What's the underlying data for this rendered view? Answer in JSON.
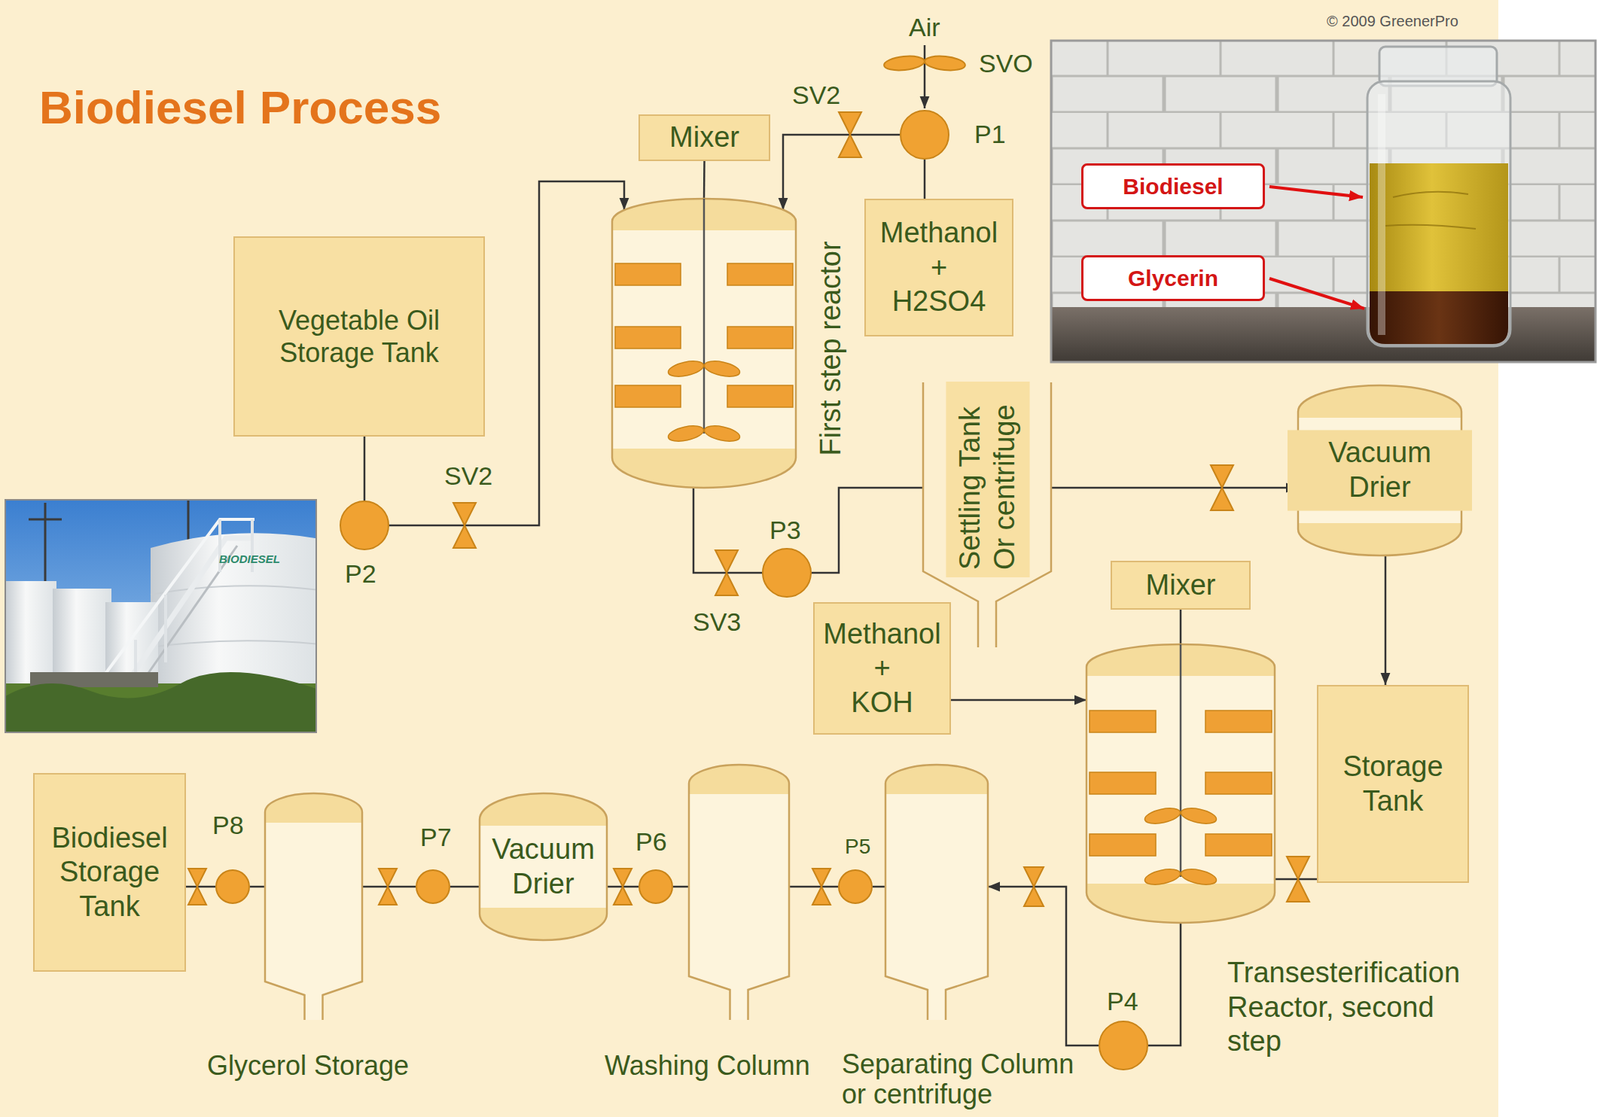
{
  "diagram": {
    "title": "Biodiesel Process",
    "nodes": [
      {
        "text": [
          "Mixer"
        ]
      },
      {
        "text": [
          "P1"
        ]
      },
      {
        "text": [
          "Methanol + H2SO4"
        ]
      },
      {
        "text": [
          "Vegetable Oil Storage Tank"
        ]
      },
      {
        "text": [
          "First step reactor"
        ]
      },
      {
        "text": [
          "P2"
        ]
      },
      {
        "text": [
          "Biodiesel"
        ]
      },
      {
        "text": [
          "Glycerin"
        ]
      },
      {
        "text": [
          "P3"
        ]
      },
      {
        "text": [
          "Settling Tank Or centrifuge"
        ]
      },
      {
        "text": [
          "Vacuum Drier"
        ]
      },
      {
        "text": [
          "Mixer"
        ]
      },
      {
        "text": [
          "Methanol + KOH"
        ]
      },
      {
        "text": [
          "Transesterification Reactor, second step"
        ]
      },
      {
        "text": [
          "Storage Tank"
        ]
      },
      {
        "text": [
          "Biodiesel Storage Tank"
        ]
      },
      {
        "text": [
          "P8"
        ]
      },
      {
        "text": [
          "Glycerol Storage"
        ]
      },
      {
        "text": [
          "P7"
        ]
      },
      {
        "text": [
          "Vacuum Drier"
        ]
      },
      {
        "text": [
          "P6"
        ]
      },
      {
        "text": [
          "Washing Column"
        ]
      },
      {
        "text": [
          "P5"
        ]
      },
      {
        "text": [
          "Separating Column or centrifuge"
        ]
      },
      {
        "text": [
          "P4"
        ]
      }
    ],
    "edges": [
      {
        "from": 2,
        "to": 1,
        "arrow": "none"
      },
      {
        "from": 1,
        "to": 4,
        "arrow": "to"
      },
      {
        "from": 0,
        "to": 4,
        "arrow": "none"
      },
      {
        "from": 3,
        "to": 5,
        "arrow": "none"
      },
      {
        "from": 5,
        "to": 4,
        "arrow": "to"
      },
      {
        "from": 4,
        "to": 8,
        "arrow": "none"
      },
      {
        "from": 8,
        "to": 9,
        "arrow": "none"
      },
      {
        "from": 9,
        "to": 10,
        "arrow": "to"
      },
      {
        "from": 10,
        "to": 14,
        "arrow": "to"
      },
      {
        "from": 14,
        "to": 13,
        "arrow": "none"
      },
      {
        "from": 12,
        "to": 13,
        "arrow": "to"
      },
      {
        "from": 11,
        "to": 13,
        "arrow": "none"
      },
      {
        "from": 13,
        "to": 24,
        "arrow": "none"
      },
      {
        "from": 24,
        "to": 23,
        "arrow": "to"
      },
      {
        "from": 23,
        "to": 22,
        "arrow": "none"
      },
      {
        "from": 22,
        "to": 21,
        "arrow": "none"
      },
      {
        "from": 21,
        "to": 20,
        "arrow": "none"
      },
      {
        "from": 20,
        "to": 19,
        "arrow": "none"
      },
      {
        "from": 19,
        "to": 18,
        "arrow": "none"
      },
      {
        "from": 18,
        "to": 17,
        "arrow": "none"
      },
      {
        "from": 17,
        "to": 16,
        "arrow": "none"
      },
      {
        "from": 16,
        "to": 15,
        "arrow": "none"
      }
    ],
    "labels": [
      "© 2009 GreenerPro",
      "Air",
      "SVO",
      "SV2",
      "SV2",
      "SV3",
      "BIODIESEL"
    ]
  }
}
